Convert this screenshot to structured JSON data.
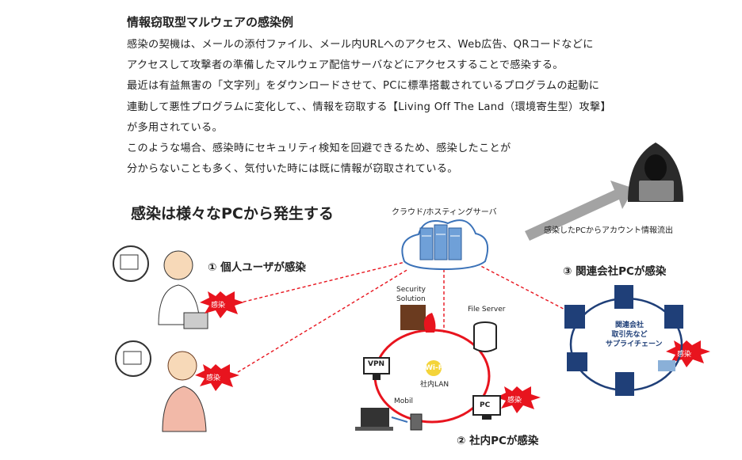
{
  "heading": "情報窃取型マルウェアの感染例",
  "paragraph": [
    "感染の契機は、メールの添付ファイル、メール内URLへのアクセス、Web広告、QRコードなどに",
    "アクセスして攻撃者の準備したマルウェア配信サーバなどにアクセスすることで感染する。",
    "最近は有益無害の「文字列」をダウンロードさせて、PCに標準搭載されているプログラムの起動に",
    "連動して悪性プログラムに変化して、、情報を窃取する【Living Off The Land（環境寄生型）攻撃】",
    "が多用されている。",
    "このような場合、感染時にセキュリティ検知を回避できるため、感染したことが",
    "分からないことも多く、気付いた時には既に情報が窃取されている。"
  ],
  "diagram": {
    "main_title": "感染は様々なPCから発生する",
    "cloud_label": "クラウド/ホスティングサーバ",
    "exfil_label": "感染したPCからアカウント情報流出",
    "case1": "① 個人ユーザが感染",
    "case2": "② 社内PCが感染",
    "case3": "③ 関連会社PCが感染",
    "infected": "感染",
    "security_solution": "Security\nSolution",
    "file_server": "File Server",
    "vpn": "VPN",
    "wifi": "Wi-Fi",
    "lan": "社内LAN",
    "mobile": "Mobil",
    "pc": "PC",
    "affiliate_lines": [
      "関連会社",
      "取引先など",
      "サプライチェーン"
    ]
  },
  "colors": {
    "red": "#e8141e",
    "blue_dark": "#1f3f78",
    "cloud_blue": "#3b72b8",
    "gray_arrow": "#9a9a9a"
  }
}
